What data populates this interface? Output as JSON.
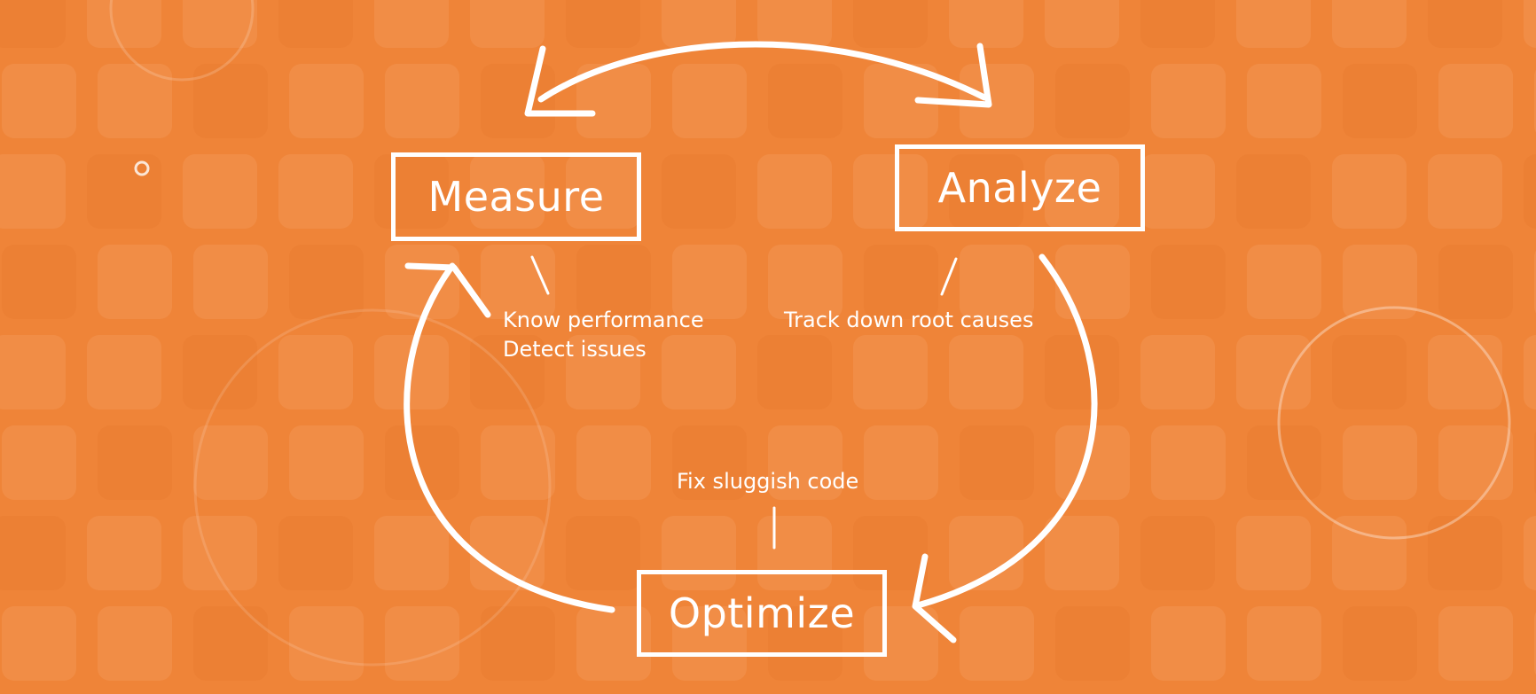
{
  "colors": {
    "background": "#ef8438",
    "tile_light": "#f29a55",
    "tile_dark": "#e57b32",
    "stroke": "#ffffff"
  },
  "stages": {
    "measure": "Measure",
    "analyze": "Analyze",
    "optimize": "Optimize"
  },
  "notes": {
    "measure_line1": "Know performance",
    "measure_line2": "Detect issues",
    "analyze": "Track down root causes",
    "optimize": "Fix sluggish code"
  },
  "icons": [
    "tree-icon",
    "news-icon",
    "airplane-icon",
    "heart-icon",
    "car-icon",
    "mail-icon",
    "book-icon",
    "lock-icon",
    "chat-icon",
    "gift-icon",
    "chart-icon",
    "train-icon",
    "pizza-icon",
    "bug-icon",
    "search-icon",
    "wifi-icon",
    "accessibility-icon",
    "printer-icon",
    "thumbs-up-icon",
    "home-icon"
  ]
}
